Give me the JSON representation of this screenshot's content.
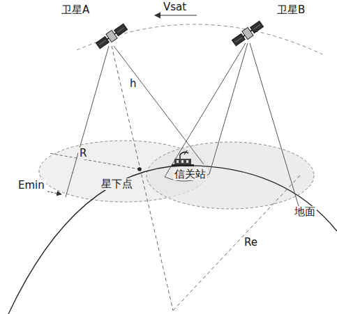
{
  "diagram": {
    "labels": [
      "卫星A",
      "Vsat",
      "卫星B",
      "h",
      "R",
      "信关站",
      "Emin",
      "星下点",
      "地面",
      "Re"
    ]
  }
}
